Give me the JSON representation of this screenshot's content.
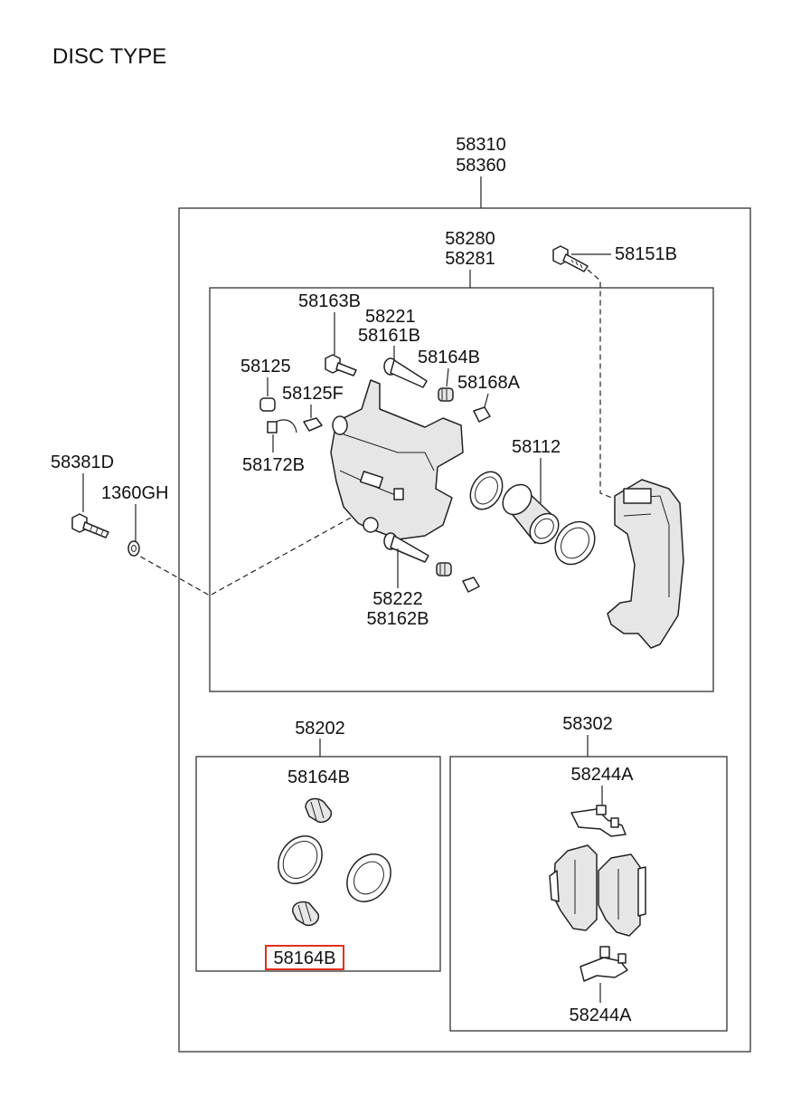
{
  "title": "DISC TYPE",
  "labels": {
    "assy_a": "58310",
    "assy_b": "58360",
    "caliper_a": "58280",
    "caliper_b": "58281",
    "bolt_58151b": "58151B",
    "bolt_58163b": "58163B",
    "pin_58221": "58221",
    "pin_58161b": "58161B",
    "boot_58164b_top": "58164B",
    "bleeder_58125": "58125",
    "cap_58125f": "58125F",
    "sleeve_58168a": "58168A",
    "piston_58112": "58112",
    "clip_58172b": "58172B",
    "bolt_58381d": "58381D",
    "washer_1360gh": "1360GH",
    "pin_58222": "58222",
    "pin_58162b": "58162B",
    "kit_58202": "58202",
    "kit_boot_upper": "58164B",
    "kit_boot_lower": "58164B",
    "pads_58302": "58302",
    "shim_upper": "58244A",
    "shim_lower": "58244A"
  },
  "highlight_colour": "#e0301e"
}
